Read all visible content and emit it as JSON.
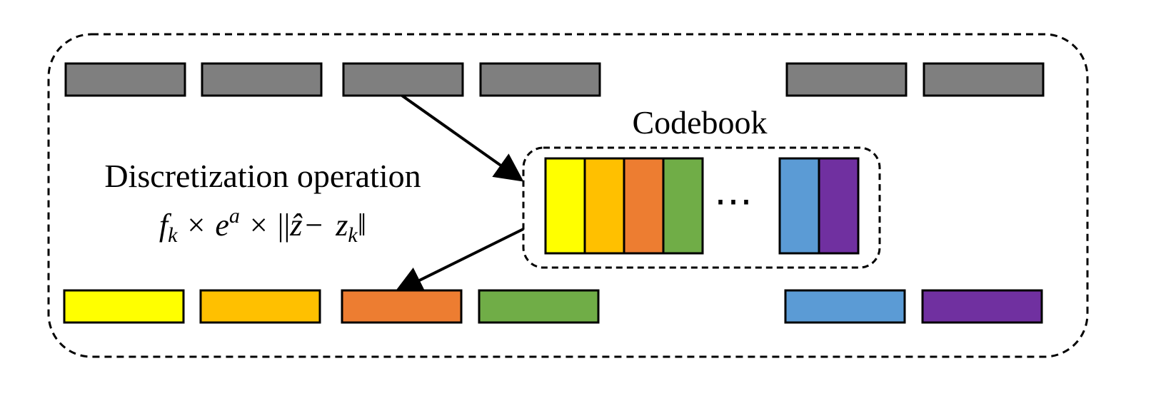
{
  "labels": {
    "codebook": "Codebook",
    "operation_title": "Discretization operation",
    "formula": {
      "f": "f",
      "f_sub": "k",
      "times1": "×",
      "e": "e",
      "e_sup": "a",
      "times2": "×",
      "norm_open": "||",
      "zhat": "ẑ",
      "minus": "−",
      "z": "z",
      "z_sub": "k",
      "norm_close": "‖"
    },
    "ellipsis": "⋯"
  },
  "colors": {
    "input_gray": "#7f7f7f",
    "codebook": [
      "#ffff00",
      "#ffc000",
      "#ed7d31",
      "#70ad47",
      "#5b9bd5",
      "#7030a0"
    ],
    "outline": "#000000"
  },
  "input_row": {
    "count": 6
  },
  "output_row": {
    "count": 6
  }
}
